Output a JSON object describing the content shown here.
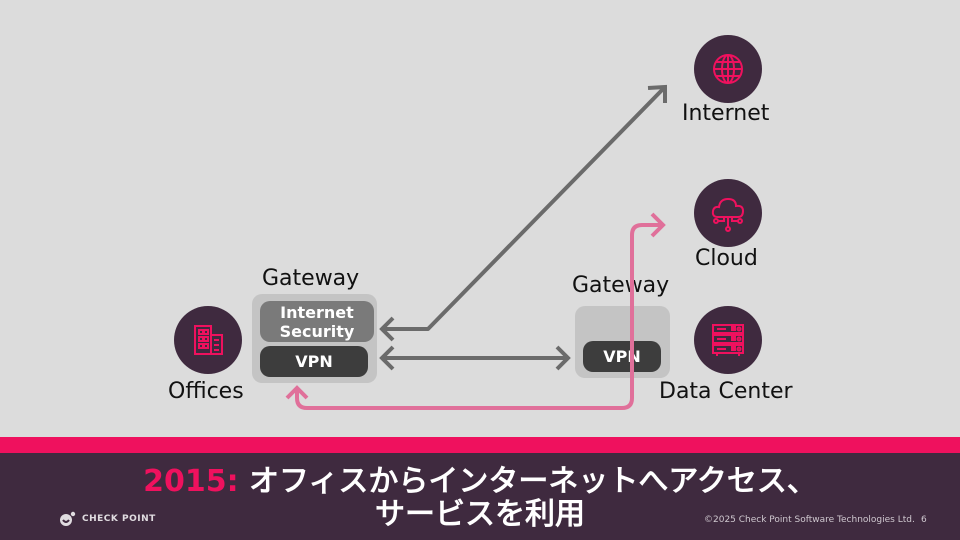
{
  "diagram": {
    "nodes": {
      "offices": {
        "label": "Offices",
        "icon": "building-icon"
      },
      "internet": {
        "label": "Internet",
        "icon": "globe-icon"
      },
      "cloud": {
        "label": "Cloud",
        "icon": "cloud-network-icon"
      },
      "data_center": {
        "label": "Data Center",
        "icon": "server-rack-icon"
      }
    },
    "gateway_office": {
      "label": "Gateway",
      "modules": [
        "Internet\nSecurity",
        "VPN"
      ]
    },
    "gateway_dc": {
      "label": "Gateway",
      "modules": [
        "VPN"
      ]
    },
    "connections": [
      {
        "from": "gateway_office.internet_security",
        "to": "internet",
        "style": "gray",
        "bidirectional": true
      },
      {
        "from": "gateway_office.vpn",
        "to": "gateway_dc.vpn",
        "style": "gray",
        "bidirectional": true
      },
      {
        "from": "gateway_office",
        "to": "cloud",
        "style": "pink",
        "bidirectional": true
      }
    ]
  },
  "footer": {
    "title_year": "2015:",
    "title_line1": " オフィスからインターネットへアクセス、",
    "title_line2": "サービスを利用",
    "logo_text": "CHECK POINT",
    "copyright": "©2025 Check Point Software Technologies Ltd.",
    "page_number": "6"
  },
  "colors": {
    "accent": "#ef115e",
    "dark": "#3f2a3f",
    "background": "#dcdcdc",
    "arrow_gray": "#6b6b6b",
    "arrow_pink": "#e0709a"
  }
}
